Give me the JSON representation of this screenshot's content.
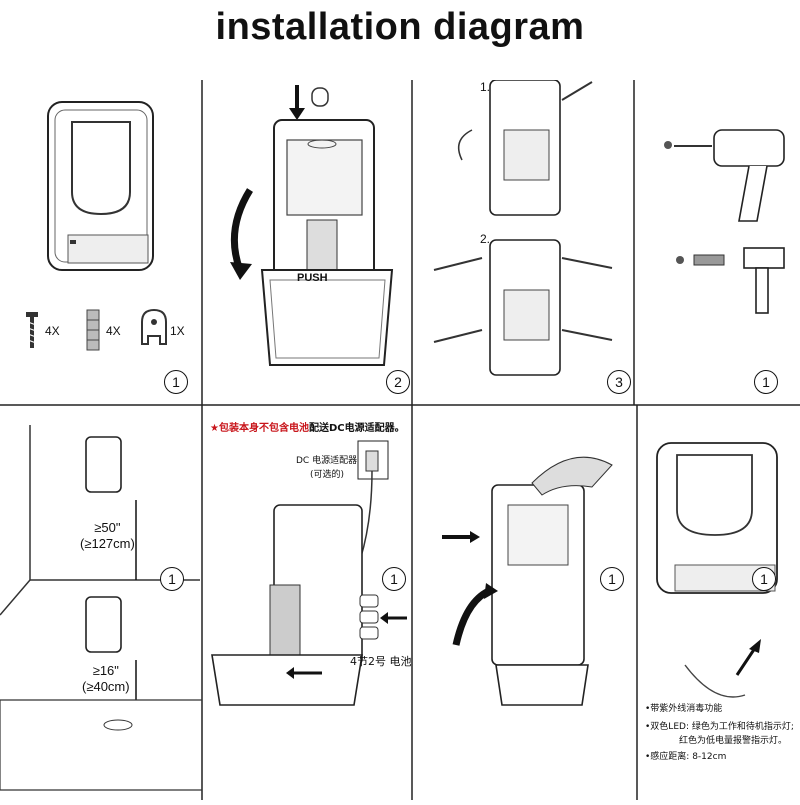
{
  "title": "installation diagram",
  "panel1": {
    "screw_qty": "4X",
    "anchor_qty": "4X",
    "key_qty": "1X",
    "step": "1"
  },
  "panel2": {
    "push_label": "PUSH",
    "step": "2"
  },
  "panel3": {
    "sub1": "1.",
    "sub2": "2.",
    "step": "3"
  },
  "panel4": {
    "step": "1"
  },
  "panel5": {
    "height1": "≥50\"",
    "height1_cm": "(≥127cm)",
    "height2": "≥16\"",
    "height2_cm": "(≥40cm)",
    "step": "1"
  },
  "panel6": {
    "note_red": "★包装本身不包含电池",
    "note_black": "配送DC电源适配器。",
    "adapter_label": "DC 电源适配器★",
    "adapter_optional": "(可选的)",
    "battery_label": "4节2号 电池",
    "step": "1"
  },
  "panel7": {
    "step": "1"
  },
  "panel8": {
    "feat1": "•带紫外线消毒功能",
    "feat2": "•双色LED: 绿色为工作和待机指示灯;",
    "feat2b": "红色为低电量报警指示灯。",
    "feat3": "•感应距离: 8-12cm",
    "step": "1"
  }
}
